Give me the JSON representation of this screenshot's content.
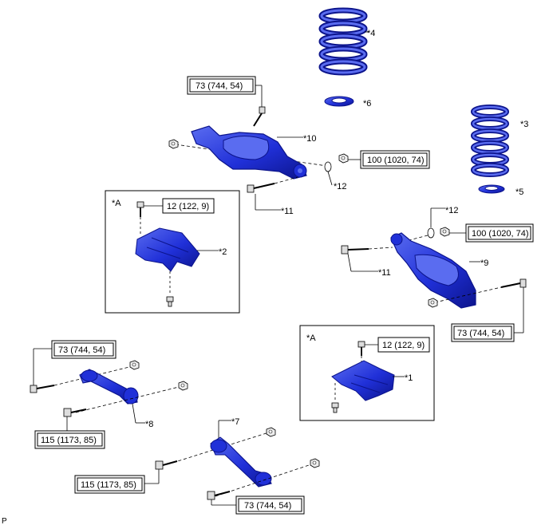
{
  "torque_specs": {
    "t_upper_left": "73 (744, 54)",
    "t_upper_right": "100 (1020, 74)",
    "t_inset_a1": "12 (122, 9)",
    "t_right_100": "100 (1020, 74)",
    "t_right_73": "73 (744, 54)",
    "t_inset_a2": "12 (122, 9)",
    "t_left_73": "73 (744, 54)",
    "t_left_115": "115 (1173, 85)",
    "t_bottom_115": "115 (1173, 85)",
    "t_bottom_73": "73 (744, 54)"
  },
  "callouts": {
    "c1": "*1",
    "c2": "*2",
    "c3": "*3",
    "c4": "*4",
    "c5": "*5",
    "c6": "*6",
    "c7": "*7",
    "c8": "*8",
    "c9": "*9",
    "c10": "*10",
    "c11a": "*11",
    "c11b": "*11",
    "c12a": "*12",
    "c12b": "*12"
  },
  "insets": {
    "a1": "*A",
    "a2": "*A"
  },
  "footer": {
    "code": "P"
  },
  "colors": {
    "part_blue": "#2030d8",
    "part_dark": "#0c148c",
    "part_light": "#5a6cf0",
    "line": "#000000"
  }
}
